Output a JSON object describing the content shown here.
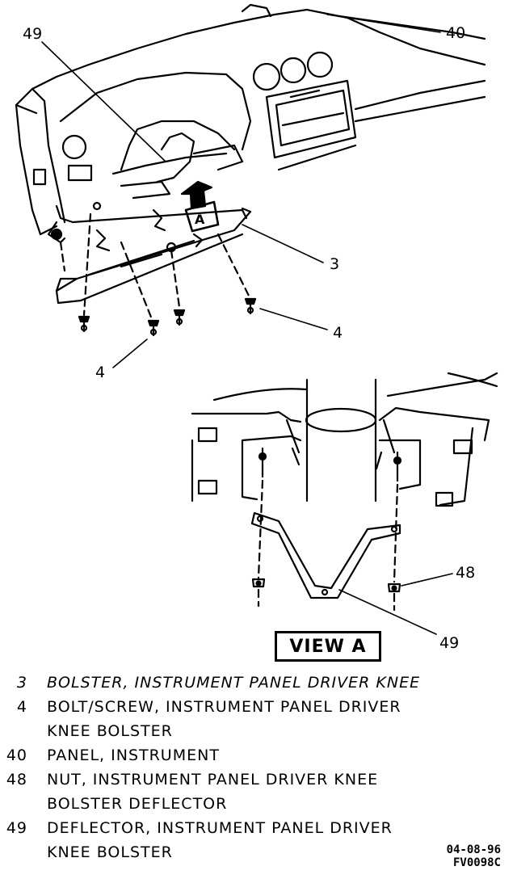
{
  "callouts": {
    "c40": "40",
    "c49_top": "49",
    "c3": "3",
    "c4_right": "4",
    "c4_left": "4",
    "c48": "48",
    "c49_view": "49"
  },
  "view_label": "VIEW A",
  "detail_letter": "A",
  "legend": [
    {
      "num": "3",
      "lines": [
        "BOLSTER, INSTRUMENT PANEL DRIVER KNEE"
      ]
    },
    {
      "num": "4",
      "lines": [
        "BOLT/SCREW, INSTRUMENT PANEL DRIVER",
        "KNEE BOLSTER"
      ]
    },
    {
      "num": "40",
      "lines": [
        "PANEL, INSTRUMENT"
      ]
    },
    {
      "num": "48",
      "lines": [
        "NUT, INSTRUMENT PANEL DRIVER KNEE",
        "BOLSTER DEFLECTOR"
      ]
    },
    {
      "num": "49",
      "lines": [
        "DEFLECTOR, INSTRUMENT PANEL DRIVER",
        "KNEE BOLSTER"
      ]
    }
  ],
  "code": {
    "date": "04-08-96",
    "id": "FV0098C"
  }
}
